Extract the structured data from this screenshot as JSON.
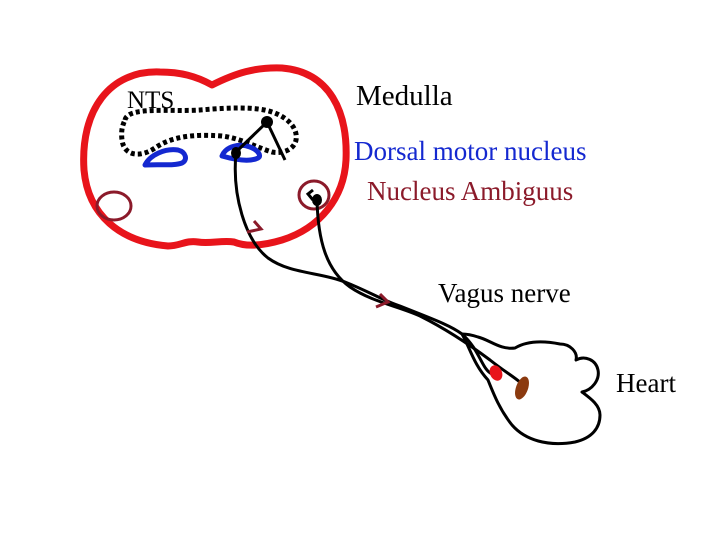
{
  "labels": {
    "nts": "NTS",
    "medulla": "Medulla",
    "dorsal_motor_nucleus": "Dorsal motor nucleus",
    "nucleus_ambiguus": "Nucleus Ambiguus",
    "vagus_nerve": "Vagus nerve",
    "heart": "Heart"
  },
  "colors": {
    "medulla_outline": "#e8141b",
    "dorsal_motor_nucleus": "#1428d0",
    "nucleus_ambiguus": "#8b1a2a",
    "nerve": "#000000",
    "heart_pacemaker": "#e8141b",
    "heart_node": "#8b3a0f"
  }
}
